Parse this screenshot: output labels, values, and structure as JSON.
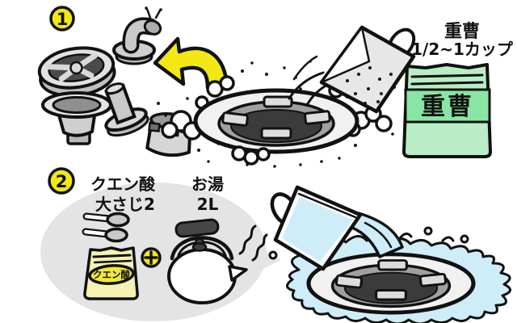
{
  "step1": {
    "number": "1",
    "product_name": "重曹",
    "amount": "1/2~1カップ",
    "bag_label": "重曹"
  },
  "step2": {
    "number": "2",
    "ingredient1": {
      "name": "クエン酸",
      "amount": "大さじ2"
    },
    "ingredient2": {
      "name": "お湯",
      "amount": "2L"
    },
    "bag_label": "クエン酸"
  },
  "icons": {
    "disassemble_arrow": "←",
    "plus": "+"
  },
  "colors": {
    "accent_yellow": "#f3e814",
    "bag_green_body": "#b9edc6",
    "bag_green_band": "#8ae5a4",
    "bag_yellow_body": "#f5f2b2",
    "bag_yellow_label": "#f0e83c",
    "water_blue": "#cfecf9",
    "bubble_gray": "#e4e4e4",
    "outline": "#111111"
  }
}
